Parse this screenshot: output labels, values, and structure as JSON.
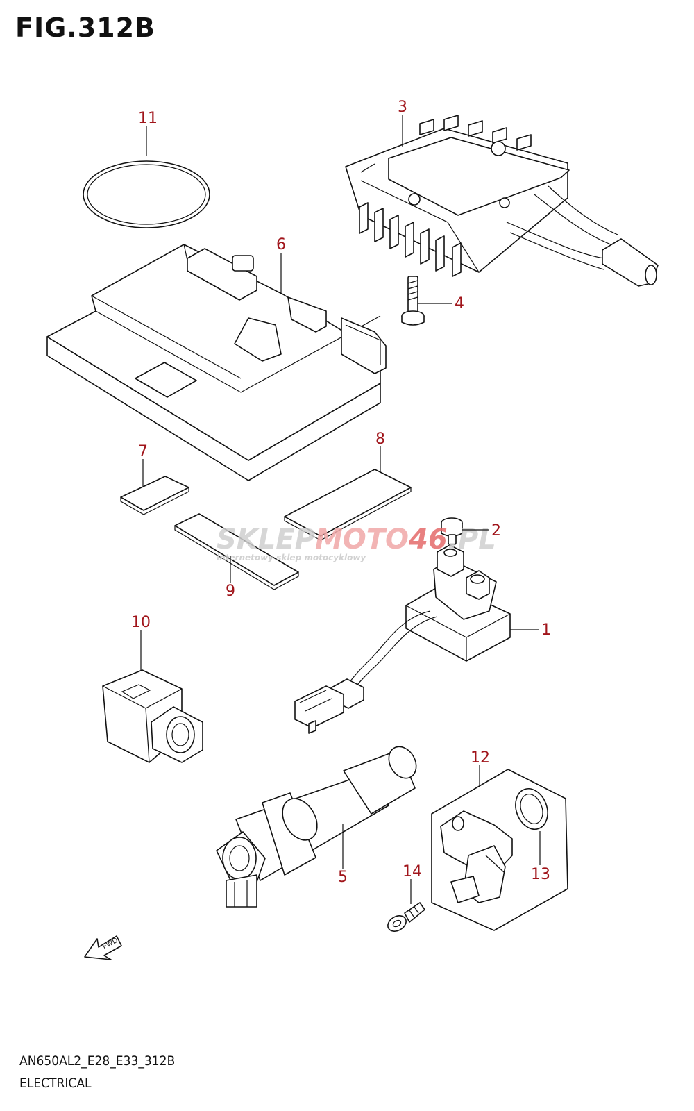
{
  "figure": {
    "title": "FIG.312B",
    "footer_code": "AN650AL2_E28_E33_312B",
    "footer_subtitle": "ELECTRICAL"
  },
  "watermark": {
    "part1": "SKLEP",
    "part2": "MOTO",
    "part3": "46",
    "part4": ".PL",
    "tagline": "internetowy sklep motocyklowy",
    "colors": {
      "gray": "#c9c9c9",
      "red": "#e56b6b"
    }
  },
  "fwd_label": "FWD",
  "callout_color": "#a0141a",
  "callouts": [
    {
      "id": "1",
      "label": "1"
    },
    {
      "id": "2",
      "label": "2"
    },
    {
      "id": "3",
      "label": "3"
    },
    {
      "id": "4",
      "label": "4"
    },
    {
      "id": "5",
      "label": "5"
    },
    {
      "id": "6",
      "label": "6"
    },
    {
      "id": "7",
      "label": "7"
    },
    {
      "id": "8",
      "label": "8"
    },
    {
      "id": "9",
      "label": "9"
    },
    {
      "id": "10",
      "label": "10"
    },
    {
      "id": "11",
      "label": "11"
    },
    {
      "id": "12",
      "label": "12"
    },
    {
      "id": "13",
      "label": "13"
    },
    {
      "id": "14",
      "label": "14"
    }
  ]
}
